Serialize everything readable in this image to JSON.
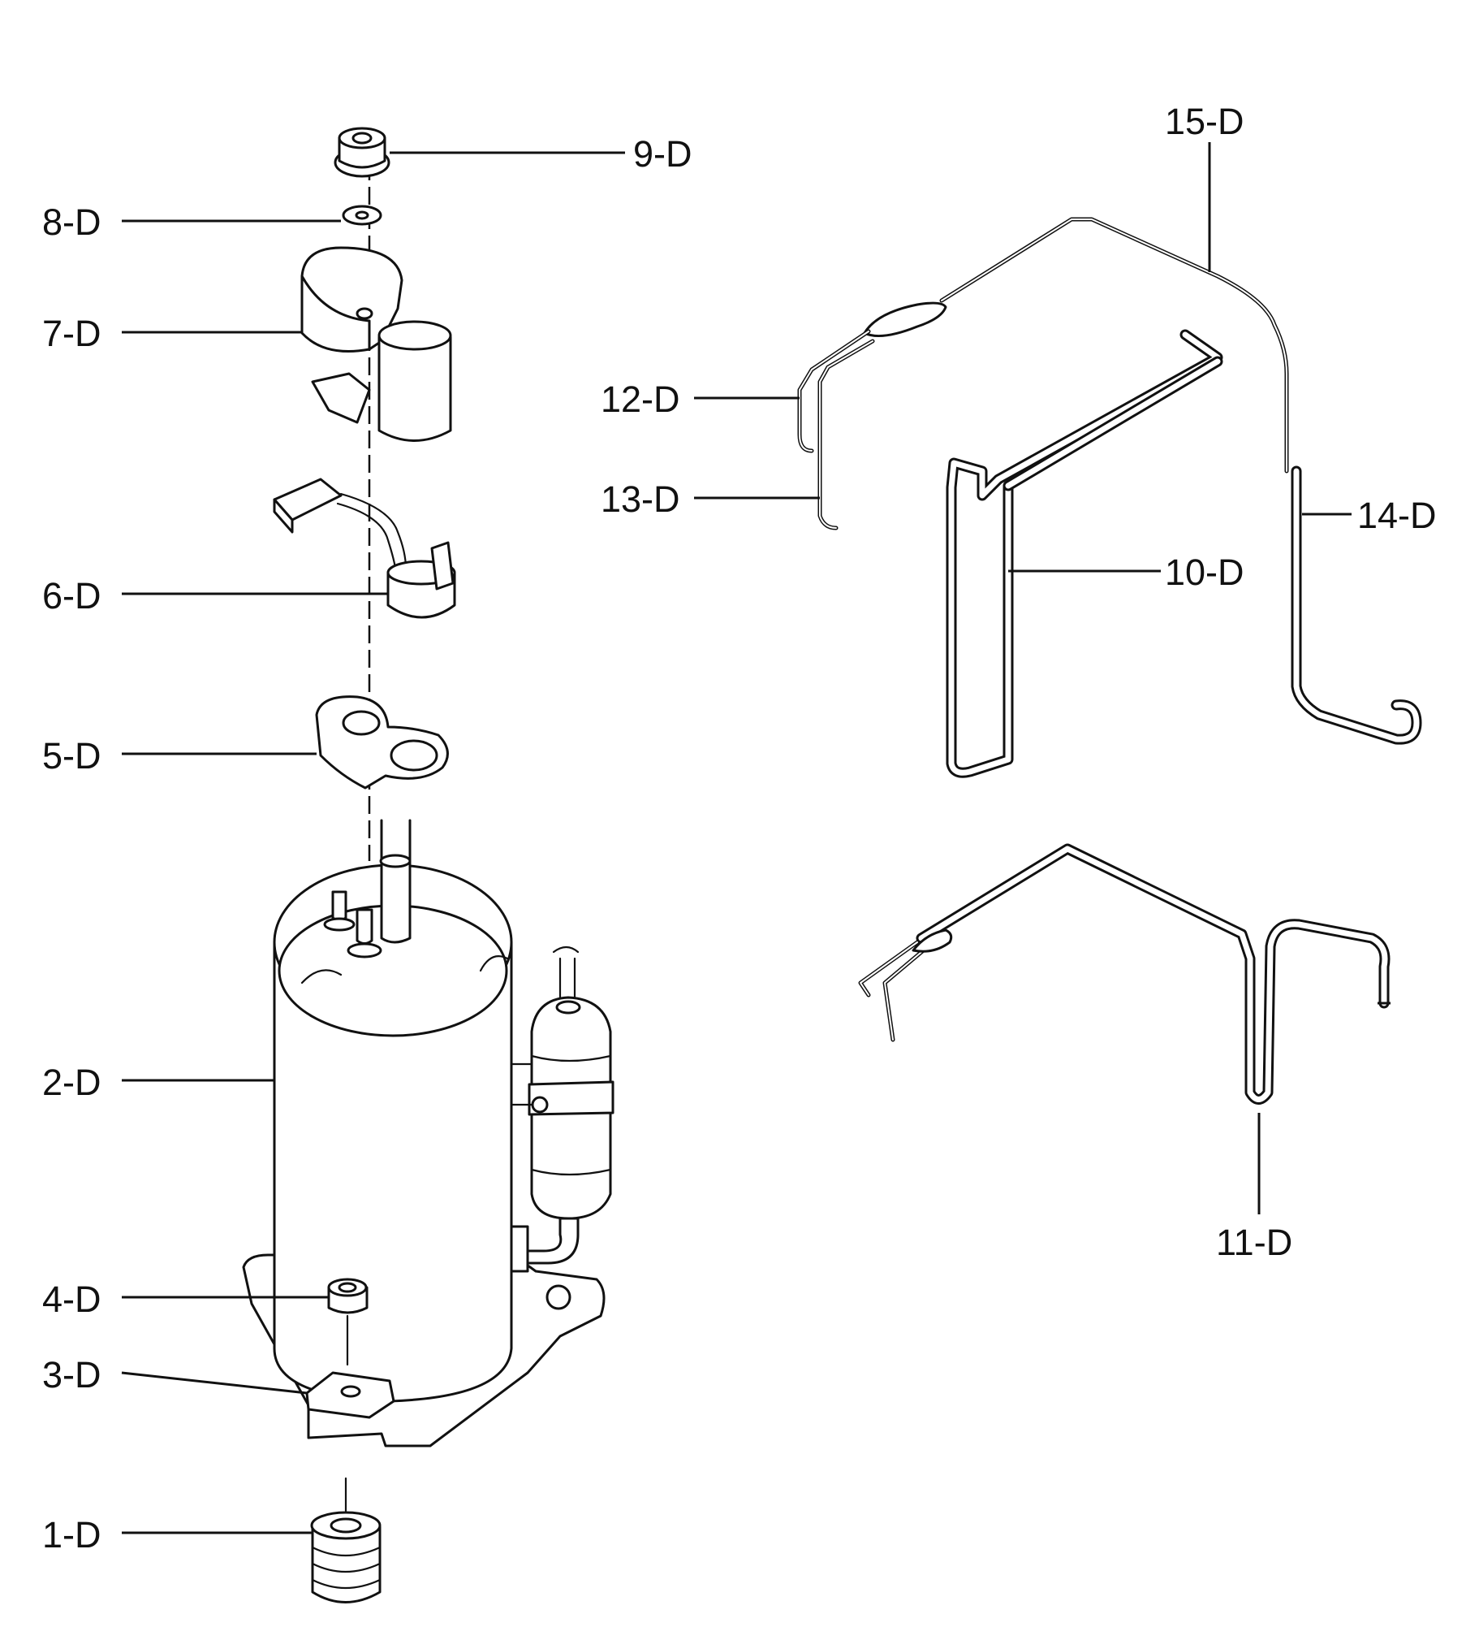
{
  "parts": {
    "p1": "1-D",
    "p2": "2-D",
    "p3": "3-D",
    "p4": "4-D",
    "p5": "5-D",
    "p6": "6-D",
    "p7": "7-D",
    "p8": "8-D",
    "p9": "9-D",
    "p10": "10-D",
    "p11": "11-D",
    "p12": "12-D",
    "p13": "13-D",
    "p14": "14-D",
    "p15": "15-D"
  }
}
